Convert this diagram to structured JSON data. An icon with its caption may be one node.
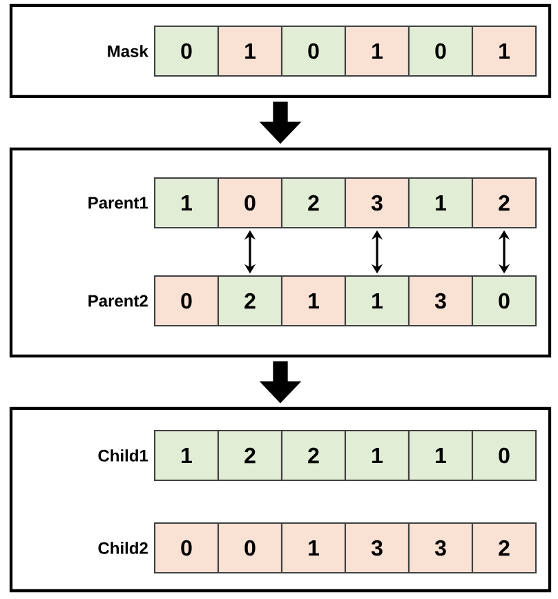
{
  "diagram": {
    "nodes": [
      {
        "text": [],
        "shape": "box"
      },
      {
        "text": [
          "0"
        ],
        "in": 0
      },
      {
        "text": [
          "1"
        ],
        "in": 0
      },
      {
        "text": [
          "0"
        ],
        "in": 0
      },
      {
        "text": [
          "1"
        ],
        "in": 0
      },
      {
        "text": [
          "0"
        ],
        "in": 0
      },
      {
        "text": [
          "1"
        ],
        "in": 0
      },
      {
        "text": [],
        "shape": "box"
      },
      {
        "text": [
          "1"
        ],
        "in": 7
      },
      {
        "text": [
          "0"
        ],
        "in": 7
      },
      {
        "text": [
          "2"
        ],
        "in": 7
      },
      {
        "text": [
          "3"
        ],
        "in": 7
      },
      {
        "text": [
          "1"
        ],
        "in": 7
      },
      {
        "text": [
          "2"
        ],
        "in": 7
      },
      {
        "text": [
          "0"
        ],
        "in": 7
      },
      {
        "text": [
          "2"
        ],
        "in": 7
      },
      {
        "text": [
          "1"
        ],
        "in": 7
      },
      {
        "text": [
          "1"
        ],
        "in": 7
      },
      {
        "text": [
          "3"
        ],
        "in": 7
      },
      {
        "text": [
          "0"
        ],
        "in": 7
      },
      {
        "text": [],
        "shape": "box"
      },
      {
        "text": [
          "1"
        ],
        "in": 20
      },
      {
        "text": [
          "2"
        ],
        "in": 20
      },
      {
        "text": [
          "2"
        ],
        "in": 20
      },
      {
        "text": [
          "1"
        ],
        "in": 20
      },
      {
        "text": [
          "1"
        ],
        "in": 20
      },
      {
        "text": [
          "0"
        ],
        "in": 20
      },
      {
        "text": [
          "0"
        ],
        "in": 20
      },
      {
        "text": [
          "0"
        ],
        "in": 20
      },
      {
        "text": [
          "1"
        ],
        "in": 20
      },
      {
        "text": [
          "3"
        ],
        "in": 20
      },
      {
        "text": [
          "3"
        ],
        "in": 20
      },
      {
        "text": [
          "2"
        ],
        "in": 20
      }
    ],
    "edges": [
      {
        "from": 0,
        "to": 7,
        "arrow": "to",
        "style": "thick"
      },
      {
        "from": 9,
        "to": 15,
        "arrow": "both"
      },
      {
        "from": 11,
        "to": 17,
        "arrow": "both"
      },
      {
        "from": 13,
        "to": 19,
        "arrow": "both"
      },
      {
        "from": 7,
        "to": 20,
        "arrow": "to",
        "style": "thick"
      }
    ],
    "labels": [
      "Mask",
      "Parent1",
      "Parent2",
      "Child1",
      "Child2"
    ]
  }
}
